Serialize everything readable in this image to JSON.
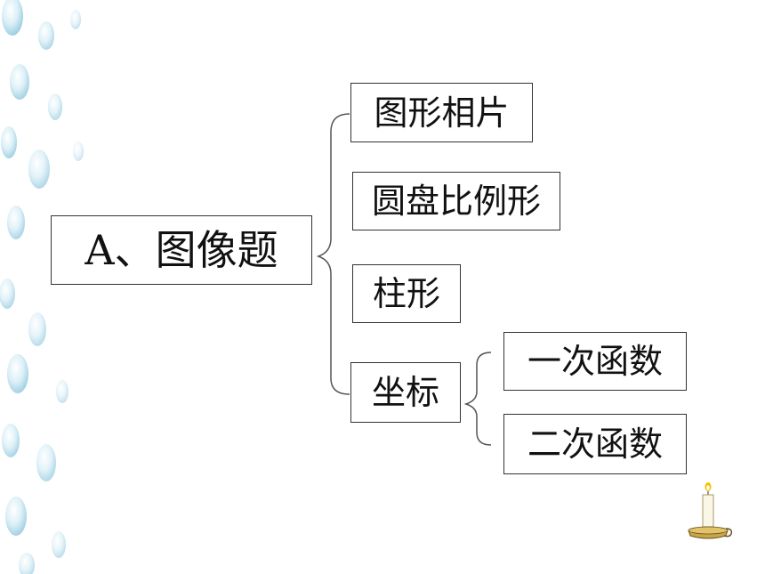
{
  "diagram": {
    "root": {
      "label": "A、图像题"
    },
    "children": [
      {
        "label": "图形相片"
      },
      {
        "label": "圆盘比例形"
      },
      {
        "label": "柱形"
      },
      {
        "label": "坐标",
        "children": [
          {
            "label": "一次函数"
          },
          {
            "label": "二次函数"
          }
        ]
      }
    ]
  },
  "colors": {
    "border": "#333333",
    "text": "#111111",
    "bracket": "#555555",
    "decoration": "#8ec9e0",
    "background": "#ffffff"
  },
  "icons": {
    "corner_decoration": "candle-icon"
  }
}
